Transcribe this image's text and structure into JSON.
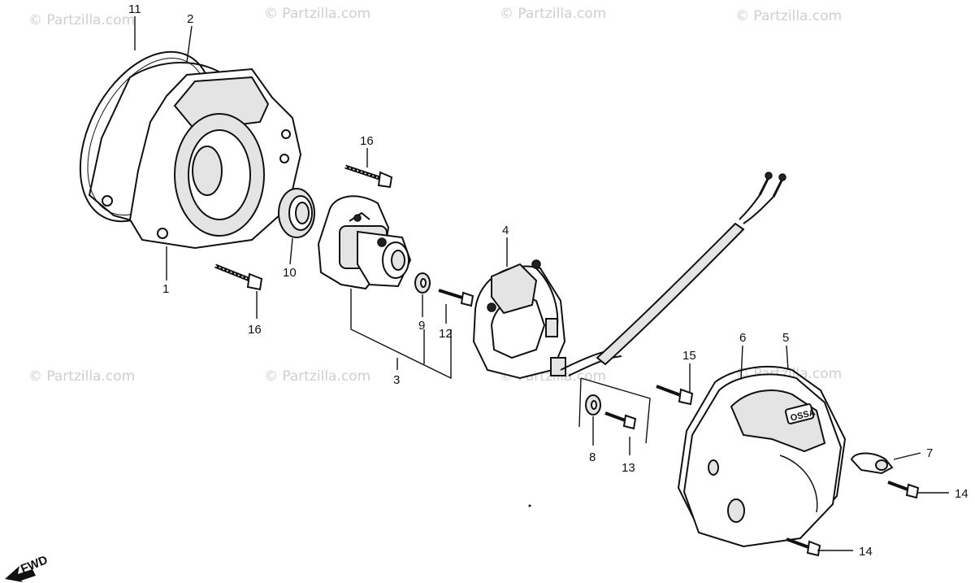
{
  "watermark": "© Partzilla.com",
  "fwd_label": "FWD",
  "badge_text": "OSSA",
  "callouts": [
    {
      "id": "11",
      "text": "11"
    },
    {
      "id": "2",
      "text": "2"
    },
    {
      "id": "1",
      "text": "1"
    },
    {
      "id": "10",
      "text": "10"
    },
    {
      "id": "16a",
      "text": "16"
    },
    {
      "id": "16b",
      "text": "16"
    },
    {
      "id": "4",
      "text": "4"
    },
    {
      "id": "9",
      "text": "9"
    },
    {
      "id": "12",
      "text": "12"
    },
    {
      "id": "3",
      "text": "3"
    },
    {
      "id": "15",
      "text": "15"
    },
    {
      "id": "6",
      "text": "6"
    },
    {
      "id": "5",
      "text": "5"
    },
    {
      "id": "7",
      "text": "7"
    },
    {
      "id": "8",
      "text": "8"
    },
    {
      "id": "13",
      "text": "13"
    },
    {
      "id": "14a",
      "text": "14"
    },
    {
      "id": "14b",
      "text": "14"
    }
  ]
}
